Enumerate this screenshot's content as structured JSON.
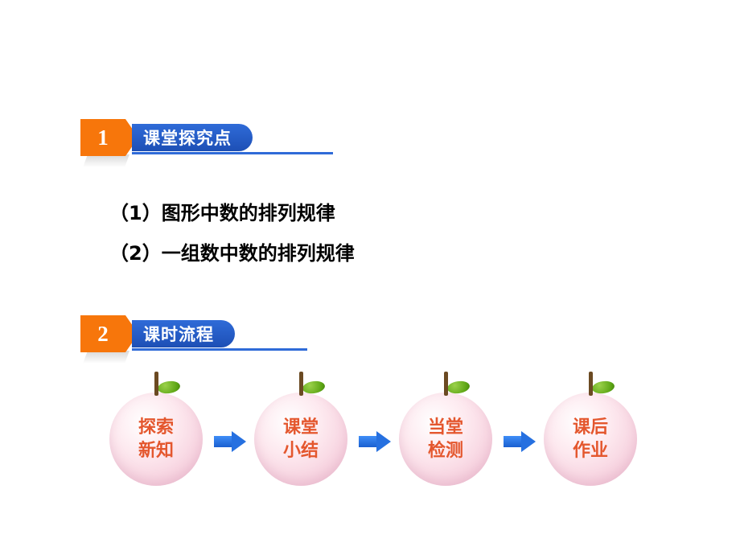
{
  "sections": [
    {
      "number": "1",
      "title": "课堂探究点"
    },
    {
      "number": "2",
      "title": "课时流程"
    }
  ],
  "bullets": [
    "（1）图形中数的排列规律",
    "（2）一组数中数的排列规律"
  ],
  "flow": {
    "nodes": [
      {
        "line1": "探索",
        "line2": "新知"
      },
      {
        "line1": "课堂",
        "line2": "小结"
      },
      {
        "line1": "当堂",
        "line2": "检测"
      },
      {
        "line1": "课后",
        "line2": "作业"
      }
    ]
  },
  "colors": {
    "badge_orange": "#f7760b",
    "title_blue": "#2f6bd8",
    "node_text": "#e4572e",
    "arrow_blue": "#2670e0",
    "leaf_green": "#5ca514",
    "stem_brown": "#6b4a22"
  }
}
